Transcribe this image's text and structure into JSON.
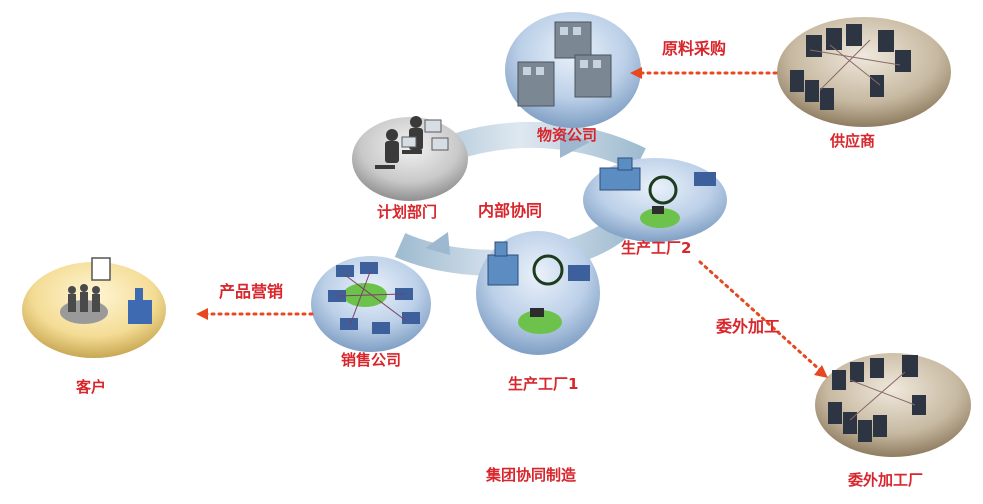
{
  "labels": {
    "material_company": "物资公司",
    "raw_procurement": "原料采购",
    "supplier": "供应商",
    "planning_dept": "计划部门",
    "internal_collab": "内部协同",
    "factory2": "生产工厂2",
    "product_marketing": "产品营销",
    "customer": "客户",
    "sales_company": "销售公司",
    "factory1": "生产工厂1",
    "outsourcing": "委外加工",
    "outsourcing_factory": "委外加工厂",
    "group_title": "集团协同制造"
  },
  "colors": {
    "accent_red": "#d8262c",
    "dotted_orange": "#e8481f",
    "blue_disc": "#b7cde6",
    "grey_disc": "#c9c9c9",
    "tan_disc": "#c9bca6",
    "yellow_disc": "#f4dd9a"
  }
}
